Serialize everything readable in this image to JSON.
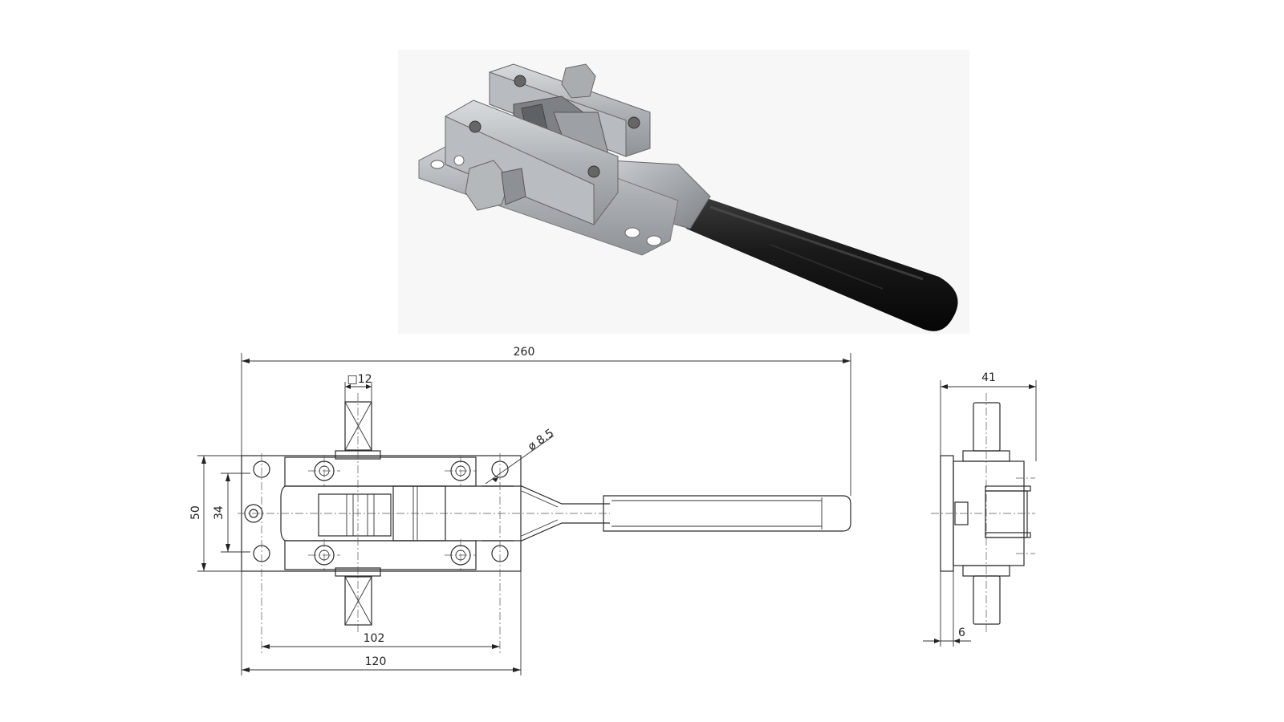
{
  "figure": {
    "photo_alt": "Horizontal latch clamp with black lever handle",
    "dimensions": {
      "overall_length": "260",
      "square_bolt": "□12",
      "hole_diameter": "ø 8.5",
      "height_outer": "50",
      "height_inner": "34",
      "hole_spacing": "102",
      "base_length": "120",
      "side_width": "41",
      "base_thickness": "6"
    }
  }
}
